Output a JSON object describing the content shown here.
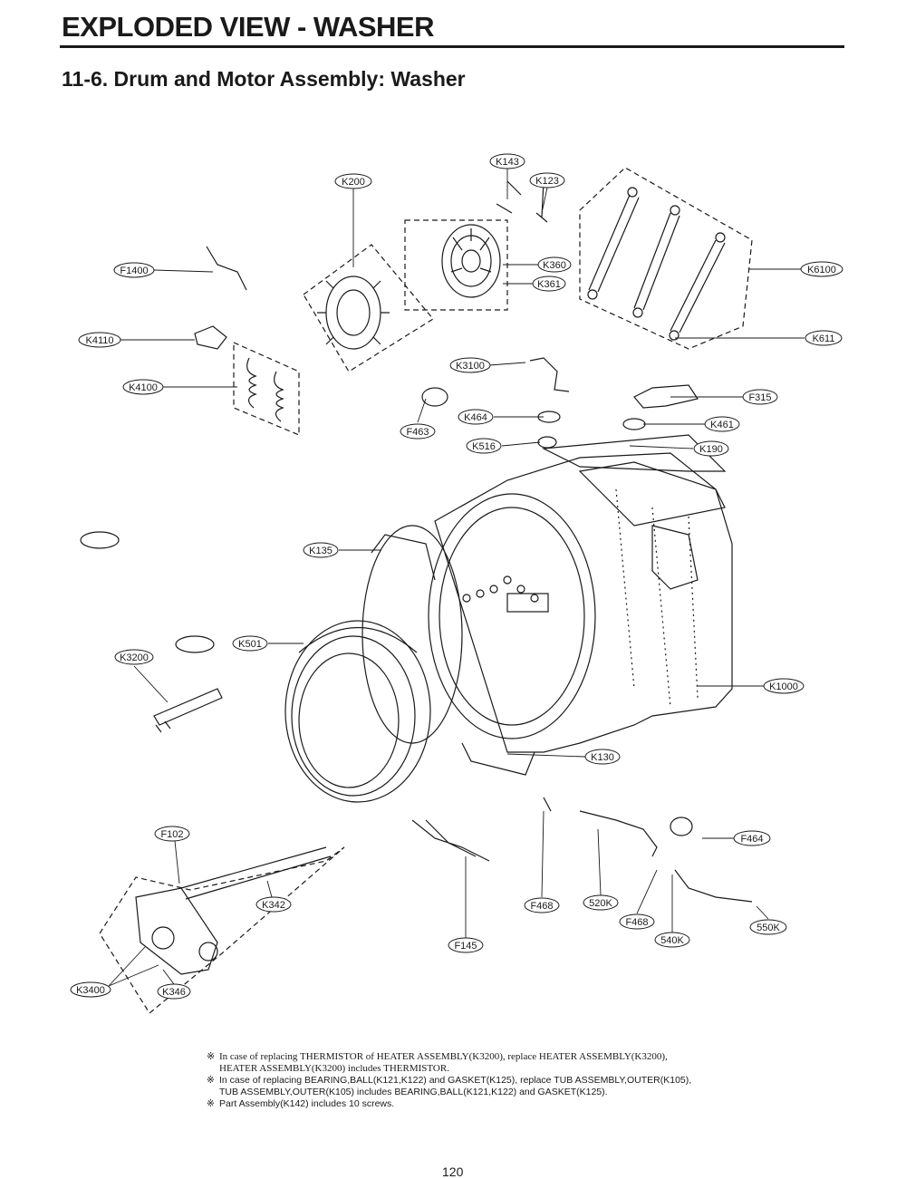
{
  "header": {
    "title": "EXPLODED VIEW - WASHER",
    "section": "11-6. Drum and Motor Assembly: Washer"
  },
  "callouts": [
    {
      "id": "K143",
      "label": "K143"
    },
    {
      "id": "K200",
      "label": "K200"
    },
    {
      "id": "K123",
      "label": "K123"
    },
    {
      "id": "F1400",
      "label": "F1400"
    },
    {
      "id": "K360",
      "label": "K360"
    },
    {
      "id": "K361",
      "label": "K361"
    },
    {
      "id": "K6100",
      "label": "K6100"
    },
    {
      "id": "K4110",
      "label": "K4110"
    },
    {
      "id": "K611",
      "label": "K611"
    },
    {
      "id": "K3100",
      "label": "K3100"
    },
    {
      "id": "K4100",
      "label": "K4100"
    },
    {
      "id": "F315",
      "label": "F315"
    },
    {
      "id": "F463",
      "label": "F463"
    },
    {
      "id": "K464",
      "label": "K464"
    },
    {
      "id": "K461",
      "label": "K461"
    },
    {
      "id": "K516",
      "label": "K516"
    },
    {
      "id": "K190",
      "label": "K190"
    },
    {
      "id": "K135",
      "label": "K135"
    },
    {
      "id": "K501",
      "label": "K501"
    },
    {
      "id": "K3200",
      "label": "K3200"
    },
    {
      "id": "K1000",
      "label": "K1000"
    },
    {
      "id": "K130",
      "label": "K130"
    },
    {
      "id": "F102",
      "label": "F102"
    },
    {
      "id": "F464",
      "label": "F464"
    },
    {
      "id": "K342",
      "label": "K342"
    },
    {
      "id": "F468a",
      "label": "F468"
    },
    {
      "id": "520K",
      "label": "520K"
    },
    {
      "id": "F468b",
      "label": "F468"
    },
    {
      "id": "550K",
      "label": "550K"
    },
    {
      "id": "F145",
      "label": "F145"
    },
    {
      "id": "540K",
      "label": "540K"
    },
    {
      "id": "K3400",
      "label": "K3400"
    },
    {
      "id": "K346",
      "label": "K346"
    }
  ],
  "notes": {
    "star": "※",
    "n1_a": "In case of replacing THERMISTOR of HEATER ASSEMBLY(K3200), replace HEATER ASSEMBLY(K3200),",
    "n1_b": "HEATER ASSEMBLY(K3200) includes THERMISTOR.",
    "n2_a": "In case of replacing BEARING,BALL(K121,K122) and GASKET(K125), replace TUB ASSEMBLY,OUTER(K105),",
    "n2_b": "TUB ASSEMBLY,OUTER(K105) includes BEARING,BALL(K121,K122) and GASKET(K125).",
    "n3": "Part Assembly(K142) includes 10 screws."
  },
  "page_number": "120"
}
